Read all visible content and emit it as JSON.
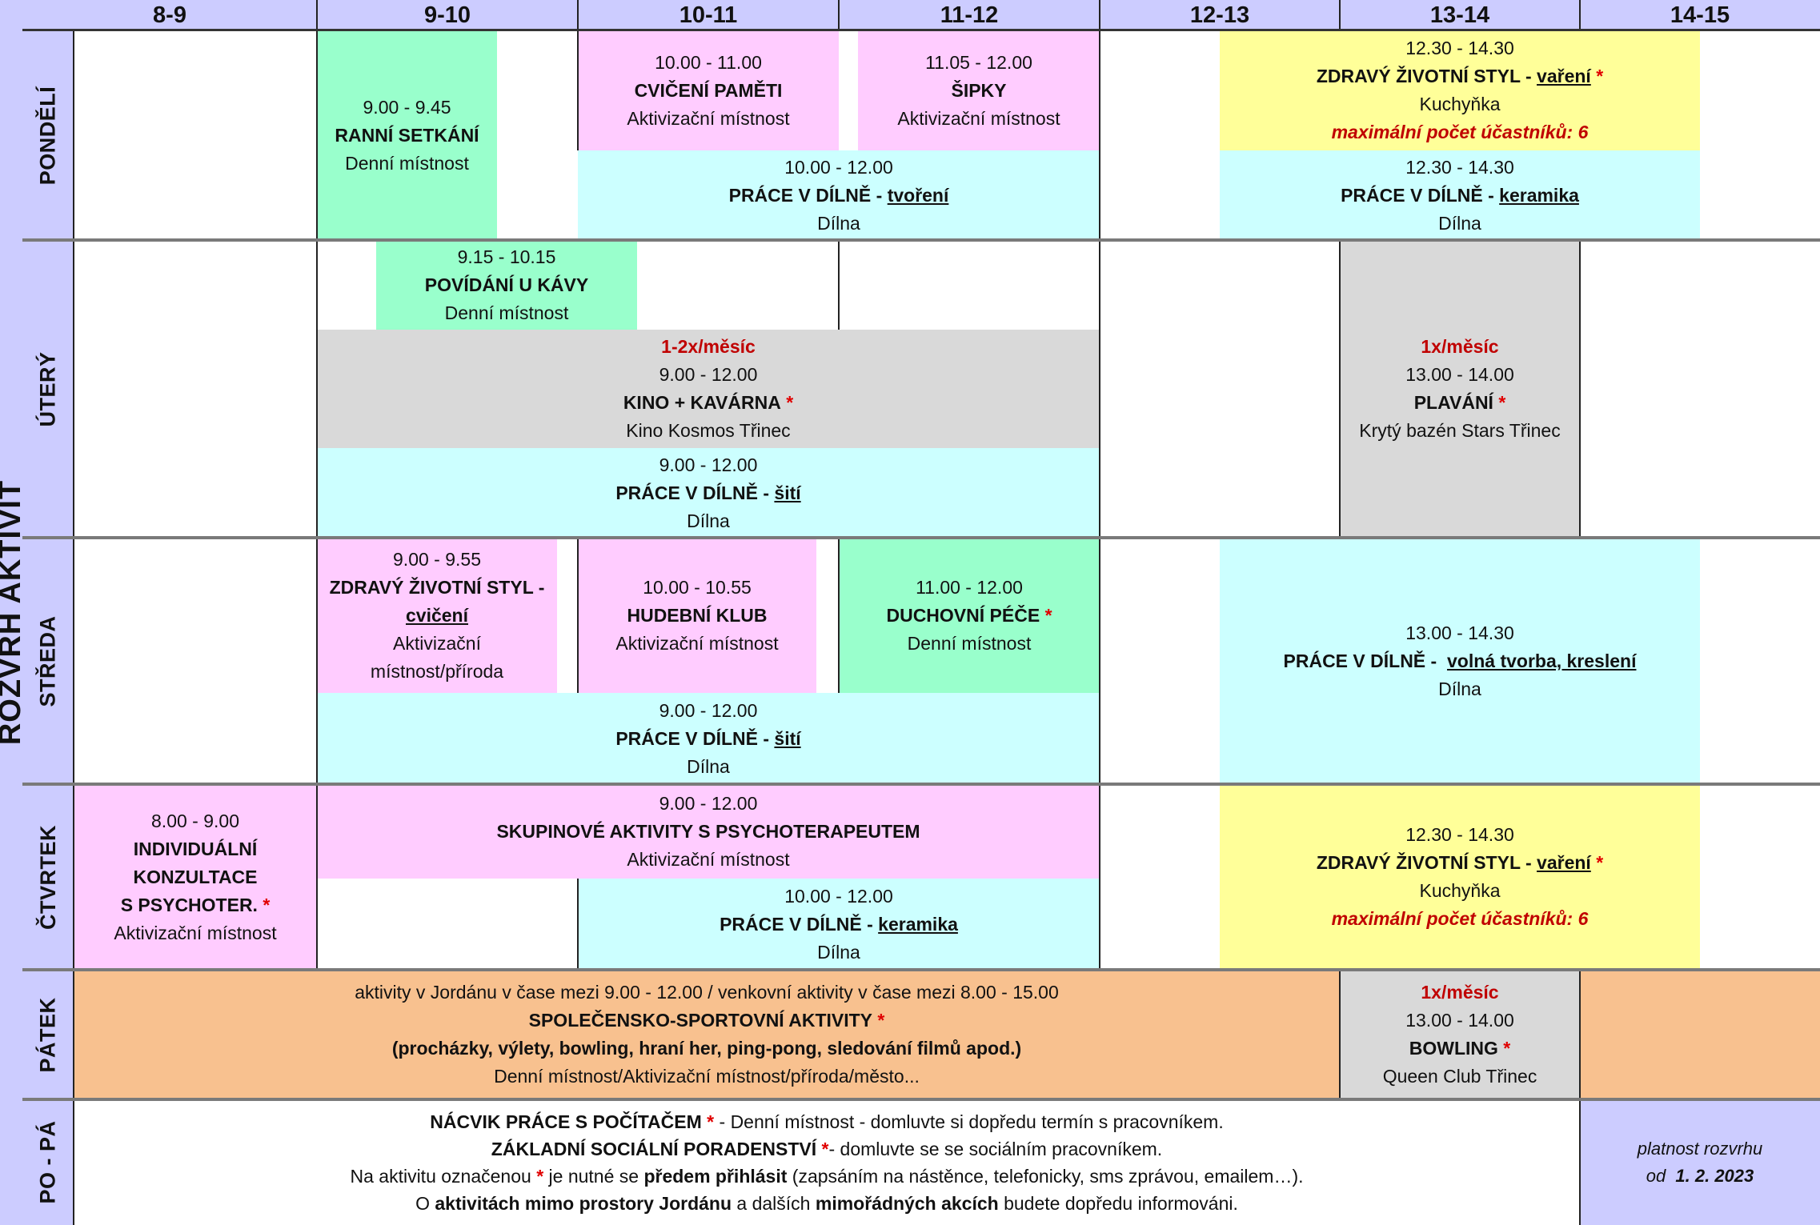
{
  "title": "ROZVRH AKTIVIT",
  "hours": [
    "8-9",
    "9-10",
    "10-11",
    "11-12",
    "12-13",
    "13-14",
    "14-15"
  ],
  "days": [
    "PONDĚLÍ",
    "ÚTERÝ",
    "STŘEDA",
    "ČTVRTEK",
    "PÁTEK",
    "PO - PÁ"
  ],
  "colors": {
    "header": "#ccccff",
    "pink": "#ffccff",
    "green": "#99ffcc",
    "cyan": "#ccffff",
    "yellow": "#ffff99",
    "grey": "#d9d9d9",
    "orange": "#f8c18f",
    "accent_red": "#c00000"
  },
  "mon": {
    "ranni": {
      "time": "9.00 - 9.45",
      "name": "RANNÍ SETKÁNÍ",
      "place": "Denní místnost"
    },
    "pamet": {
      "time": "10.00 - 11.00",
      "name": "CVIČENÍ PAMĚTI",
      "place": "Aktivizační místnost"
    },
    "sipky": {
      "time": "11.05 - 12.00",
      "name": "ŠIPKY",
      "place": "Aktivizační místnost"
    },
    "zdravy": {
      "time": "12.30 - 14.30",
      "name": "ZDRAVÝ ŽIVOTNÍ STYL - ",
      "sub": "vaření",
      "place": "Kuchyňka",
      "note": "maximální počet účastníků: 6"
    },
    "dilna1": {
      "time": "10.00 - 12.00",
      "name": "PRÁCE V DÍLNĚ - ",
      "sub": "tvoření",
      "place": "Dílna"
    },
    "dilna2": {
      "time": "12.30 - 14.30",
      "name": "PRÁCE V DÍLNĚ - ",
      "sub": "keramika",
      "place": "Dílna"
    }
  },
  "tue": {
    "kava": {
      "time": "9.15 - 10.15",
      "name": "POVÍDÁNÍ U KÁVY",
      "place": "Denní místnost"
    },
    "kino": {
      "freq": "1-2x/měsíc",
      "time": "9.00 - 12.00",
      "name": "KINO + KAVÁRNA",
      "place": "Kino Kosmos Třinec"
    },
    "plavani": {
      "freq": "1x/měsíc",
      "time": "13.00 - 14.00",
      "name": "PLAVÁNÍ",
      "place": "Krytý bazén Stars Třinec"
    },
    "dilna": {
      "time": "9.00 - 12.00",
      "name": "PRÁCE V DÍLNĚ - ",
      "sub": "šití",
      "place": "Dílna"
    }
  },
  "wed": {
    "zdravy": {
      "time": "9.00 - 9.55",
      "name": "ZDRAVÝ ŽIVOTNÍ STYL -",
      "sub": "cvičení",
      "place1": "Aktivizační",
      "place2": "místnost/příroda"
    },
    "hudebni": {
      "time": "10.00 - 10.55",
      "name": "HUDEBNÍ KLUB",
      "place": "Aktivizační místnost"
    },
    "duchovni": {
      "time": "11.00 - 12.00",
      "name": "DUCHOVNÍ PÉČE",
      "place": "Denní místnost"
    },
    "dilna_pm": {
      "time": "13.00 - 14.30",
      "name": "PRÁCE V DÍLNĚ -  ",
      "sub": "volná tvorba, kreslení",
      "place": "Dílna"
    },
    "dilna": {
      "time": "9.00 - 12.00",
      "name": "PRÁCE V DÍLNĚ - ",
      "sub": "šití",
      "place": "Dílna"
    }
  },
  "thu": {
    "individ": {
      "time": "8.00 - 9.00",
      "l1": "INDIVIDUÁLNÍ",
      "l2": "KONZULTACE",
      "l3": "S PSYCHOTER.",
      "place": "Aktivizační místnost"
    },
    "skupinove": {
      "time": "9.00 - 12.00",
      "name": "SKUPINOVÉ AKTIVITY S PSYCHOTERAPEUTEM",
      "place": "Aktivizační místnost"
    },
    "dilna": {
      "time": "10.00 - 12.00",
      "name": "PRÁCE V DÍLNĚ - ",
      "sub": "keramika",
      "place": "Dílna"
    },
    "zdravy": {
      "time": "12.30 - 14.30",
      "name": "ZDRAVÝ ŽIVOTNÍ STYL - ",
      "sub": "vaření",
      "place": "Kuchyňka",
      "note": "maximální počet účastníků: 6"
    }
  },
  "fri": {
    "spol": {
      "line1": "aktivity v Jordánu v čase mezi 9.00 - 12.00 / venkovní aktivity v čase mezi 8.00 - 15.00",
      "name": "SPOLEČENSKO-SPORTOVNÍ AKTIVITY",
      "line3": "(procházky, výlety, bowling, hraní her, ping-pong, sledování filmů apod.)",
      "place": "Denní místnost/Aktivizační místnost/příroda/město..."
    },
    "bowling": {
      "freq": "1x/měsíc",
      "time": "13.00 - 14.00",
      "name": "BOWLING",
      "place": "Queen Club Třinec"
    }
  },
  "footer": {
    "l1a": "NÁCVIK PRÁCE S POČÍTAČEM",
    "l1b": " - Denní místnost - domluvte si dopředu termín s pracovníkem.",
    "l2a": "ZÁKLADNÍ SOCIÁLNÍ PORADENSTVÍ",
    "l2b": "- domluvte se se sociálním pracovníkem.",
    "l3a": "Na aktivitu označenou ",
    "l3b": " je nutné se ",
    "l3c": "předem přihlásit",
    "l3d": " (zapsáním na nástěnce, telefonicky, sms zprávou, emailem…).",
    "l4a": "O ",
    "l4b": "aktivitách mimo prostory Jordánu",
    "l4c": " a dalších ",
    "l4d": "mimořádných akcích",
    "l4e": " budete dopředu informováni."
  },
  "validity": {
    "line1": "platnost rozvrhu",
    "line2a": "od  ",
    "line2b": "1. 2. 2023"
  },
  "asterisk": "*"
}
